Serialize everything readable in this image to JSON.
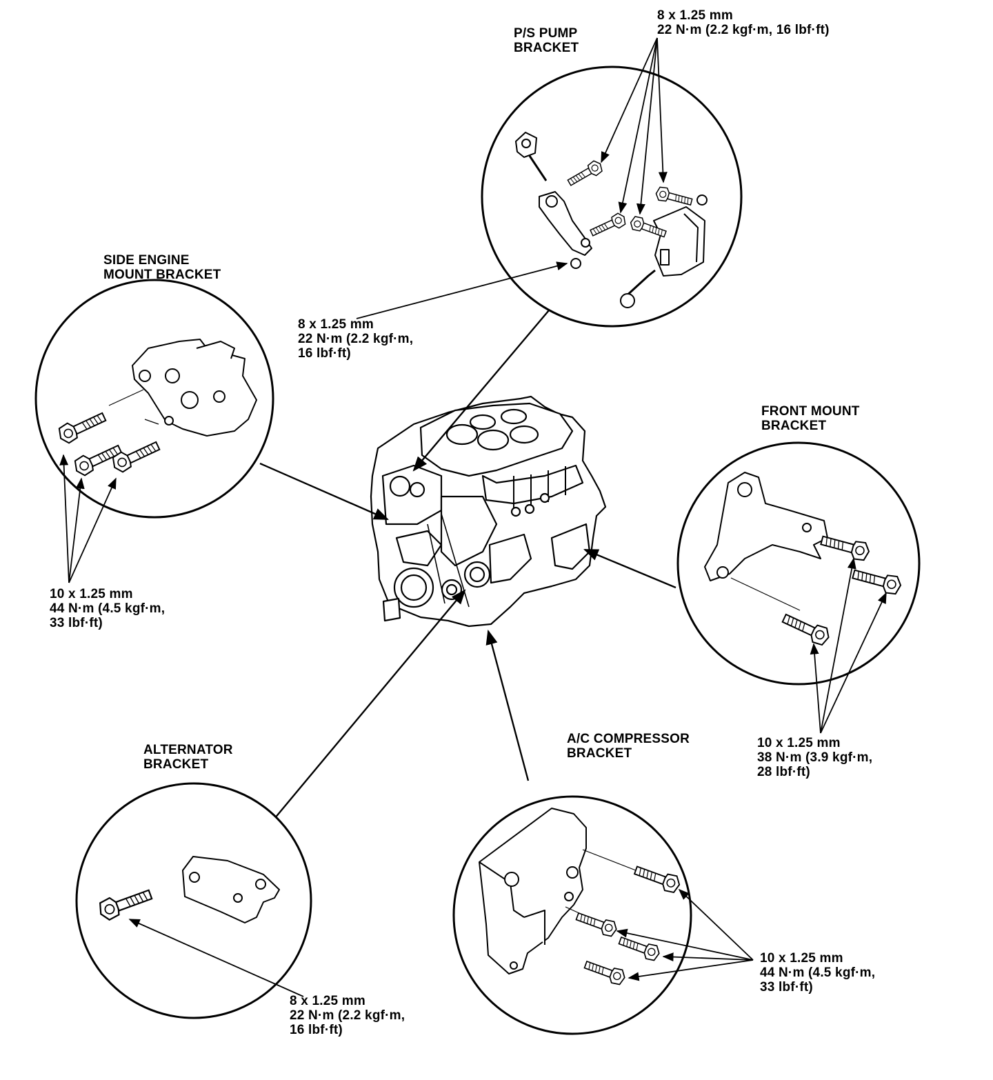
{
  "ps_pump": {
    "title": [
      "P/S PUMP",
      "BRACKET"
    ],
    "spec_top": [
      "8 x 1.25 mm",
      "22 N·m (2.2 kgf·m, 16 lbf·ft)"
    ],
    "spec_left": [
      "8 x 1.25 mm",
      "22 N·m (2.2 kgf·m,",
      "16 lbf·ft)"
    ]
  },
  "side_mount": {
    "title": [
      "SIDE ENGINE",
      "MOUNT BRACKET"
    ],
    "spec": [
      "10 x 1.25 mm",
      "44 N·m (4.5 kgf·m,",
      "33 lbf·ft)"
    ]
  },
  "front_mount": {
    "title": [
      "FRONT MOUNT",
      "BRACKET"
    ],
    "spec": [
      "10 x 1.25 mm",
      "38 N·m (3.9 kgf·m,",
      "28 lbf·ft)"
    ]
  },
  "alternator": {
    "title": [
      "ALTERNATOR",
      "BRACKET"
    ],
    "spec": [
      "8 x 1.25 mm",
      "22 N·m (2.2 kgf·m,",
      "16 lbf·ft)"
    ]
  },
  "ac_compressor": {
    "title": [
      "A/C COMPRESSOR",
      "BRACKET"
    ],
    "spec": [
      "10 x 1.25 mm",
      "44 N·m (4.5 kgf·m,",
      "33 lbf·ft)"
    ]
  }
}
